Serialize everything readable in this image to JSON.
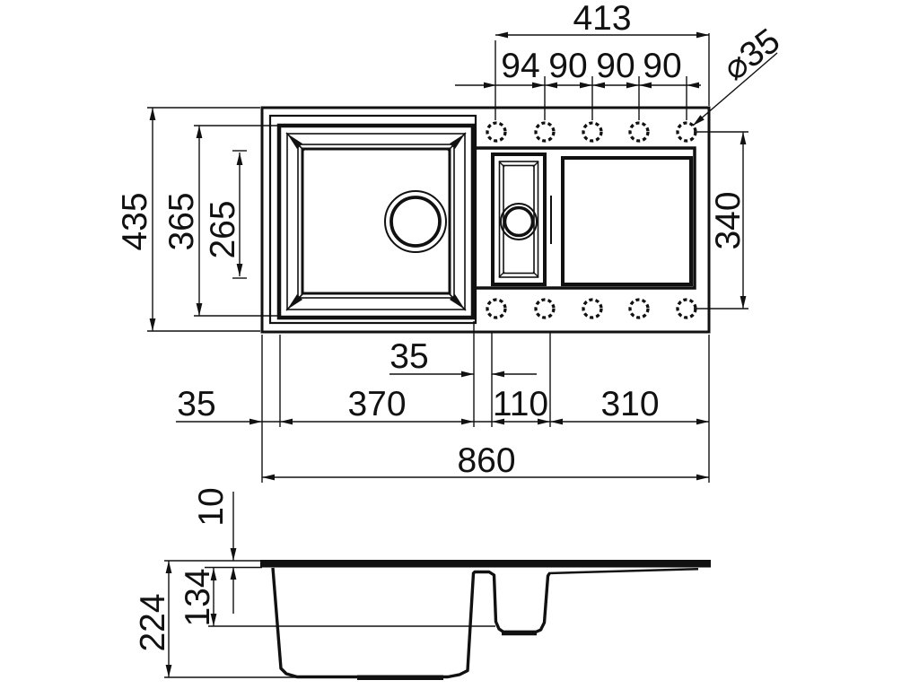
{
  "drawing": {
    "type": "sink-technical-drawing",
    "units": "mm",
    "dims": {
      "hole_span": "413",
      "hole_pitch": [
        "94",
        "90",
        "90",
        "90"
      ],
      "hole_diameter": "⌀35",
      "overall_depth": "435",
      "bowl_outer_depth": "365",
      "bowl_inner_depth": "265",
      "hole_rows_span": "340",
      "divider_gap": "35",
      "left_rim": "35",
      "bowl_width": "370",
      "half_bowl_width": "110",
      "drainer_width": "310",
      "overall_width": "860",
      "rim_thickness": "10",
      "half_bowl_depth": "134",
      "bowl_depth": "224"
    }
  }
}
